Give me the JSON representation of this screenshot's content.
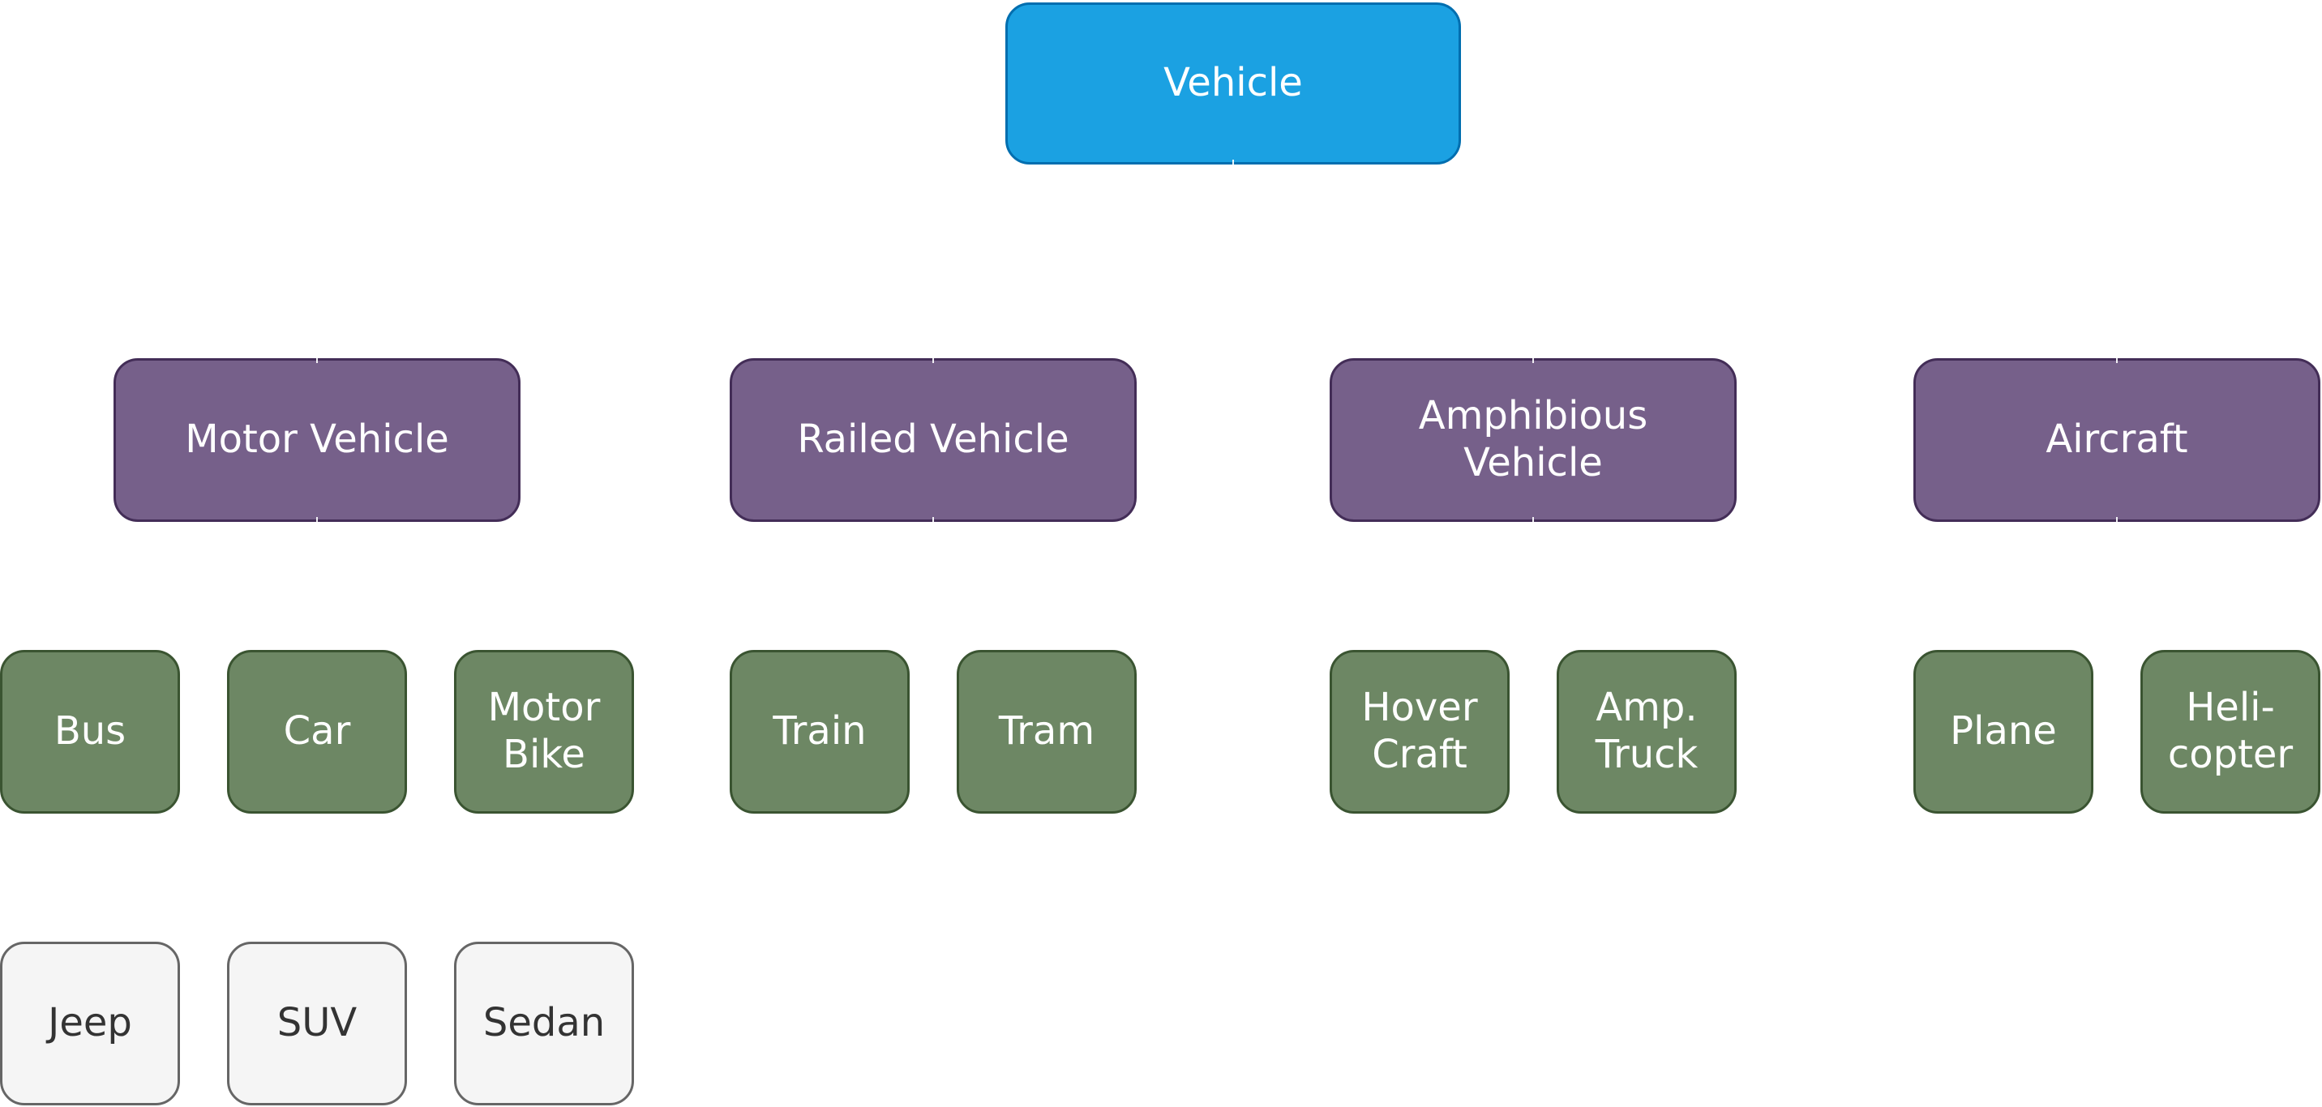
{
  "diagram": {
    "root": {
      "label": "Vehicle"
    },
    "categories": [
      {
        "label": "Motor Vehicle"
      },
      {
        "label": "Railed Vehicle"
      },
      {
        "label_line1": "Amphibious",
        "label_line2": "Vehicle"
      },
      {
        "label": "Aircraft"
      }
    ],
    "types": {
      "bus": {
        "label": "Bus"
      },
      "car": {
        "label": "Car"
      },
      "motor_bike": {
        "line1": "Motor",
        "line2": "Bike"
      },
      "train": {
        "label": "Train"
      },
      "tram": {
        "label": "Tram"
      },
      "hover_craft": {
        "line1": "Hover",
        "line2": "Craft"
      },
      "amp_truck": {
        "line1": "Amp.",
        "line2": "Truck"
      },
      "plane": {
        "label": "Plane"
      },
      "helicopter": {
        "line1": "Heli-",
        "line2": "copter"
      }
    },
    "subtypes": [
      {
        "label": "Jeep"
      },
      {
        "label": "SUV"
      },
      {
        "label": "Sedan"
      }
    ]
  },
  "colors": {
    "root_fill": "#1ba1e2",
    "category_fill": "#76608a",
    "type_fill": "#6d8764",
    "subtype_fill": "#f5f5f5"
  }
}
